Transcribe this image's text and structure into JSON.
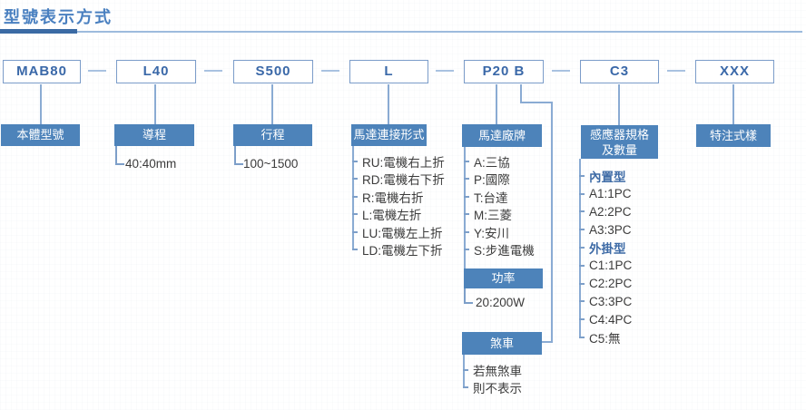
{
  "title": "型號表示方式",
  "colors": {
    "title_blue": "#4a80c0",
    "rule_dark_blue": "#3a6aa4",
    "rule_light_blue": "#9dbbdd",
    "code_box_border": "#7b9cc9",
    "code_text_blue": "#3a68a8",
    "label_fill_blue": "#4d83ba",
    "connector_blue": "#8aabd3",
    "list_text": "#3b3b3b"
  },
  "columns": [
    {
      "code": "MAB80",
      "label": "本體型號",
      "items": []
    },
    {
      "code": "L40",
      "label": "導程",
      "items": [
        "40:40mm"
      ]
    },
    {
      "code": "S500",
      "label": "行程",
      "items": [
        "100~1500"
      ]
    },
    {
      "code": "L",
      "label": "馬達連接形式",
      "items": [
        "RU:電機右上折",
        "RD:電機右下折",
        "R:電機右折",
        "L:電機左折",
        "LU:電機左上折",
        "LD:電機左下折"
      ]
    },
    {
      "code": "P20 B",
      "label": "馬達廠牌",
      "items": [
        "A:三協",
        "P:國際",
        "T:台達",
        "M:三菱",
        "Y:安川",
        "S:步進電機"
      ],
      "power": {
        "label": "功率",
        "items": [
          "20:200W"
        ]
      },
      "brake": {
        "label": "煞車",
        "items": [
          "若無煞車",
          "則不表示"
        ]
      }
    },
    {
      "code": "C3",
      "label_line1": "感應器規格",
      "label_line2": "及數量",
      "items": [
        "內置型",
        "A1:1PC",
        "A2:2PC",
        "A3:3PC",
        "外掛型",
        "C1:1PC",
        "C2:2PC",
        "C3:3PC",
        "C4:4PC",
        "C5:無"
      ]
    },
    {
      "code": "XXX",
      "label": "特注式樣",
      "items": []
    }
  ]
}
